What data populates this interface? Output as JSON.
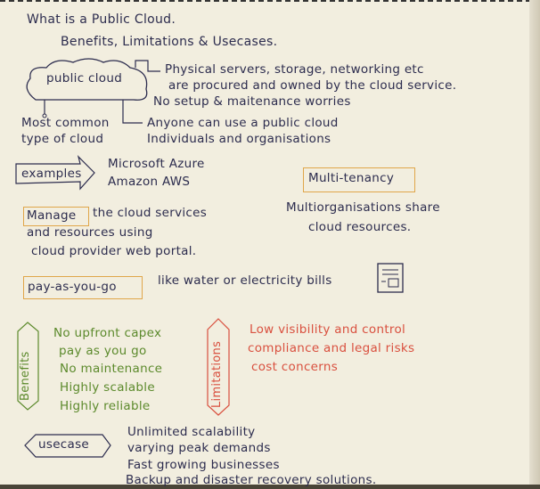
{
  "title": "What is a Public Cloud.",
  "subtitle": "Benefits, Limitations & Usecases.",
  "cloud_label": "public cloud",
  "cloud_notes": {
    "physical_1": "Physical servers, storage, networking etc",
    "physical_2": "are procured and owned by the cloud service.",
    "no_setup": "No setup & maitenance worries",
    "most_common_1": "Most common",
    "most_common_2": "type of cloud",
    "anyone_1": "Anyone can use a public cloud",
    "anyone_2": "Individuals and organisations"
  },
  "examples": {
    "label": "examples",
    "items": [
      "Microsoft Azure",
      "Amazon AWS"
    ]
  },
  "multi_tenancy": {
    "label": "Multi-tenancy",
    "line1": "Multiorganisations  share",
    "line2": "cloud resources."
  },
  "manage": {
    "label": "Manage",
    "line1": "the cloud services",
    "line2": "and resources using",
    "line3": "cloud provider web portal."
  },
  "payg": {
    "label": "pay-as-you-go",
    "text": "like water or electricity bills"
  },
  "benefits": {
    "label": "Benefits",
    "items": [
      "No upfront capex",
      "pay as you go",
      "No maintenance",
      "Highly scalable",
      "Highly reliable"
    ],
    "color": "#5c8a2c"
  },
  "limitations": {
    "label": "Limitations",
    "items": [
      "Low visibility and control",
      "compliance and legal risks",
      "cost concerns"
    ],
    "color": "#d9503f"
  },
  "usecase": {
    "label": "usecase",
    "items": [
      "Unlimited scalability",
      "varying peak demands",
      "Fast growing businesses",
      "Backup and disaster recovery solutions."
    ]
  }
}
